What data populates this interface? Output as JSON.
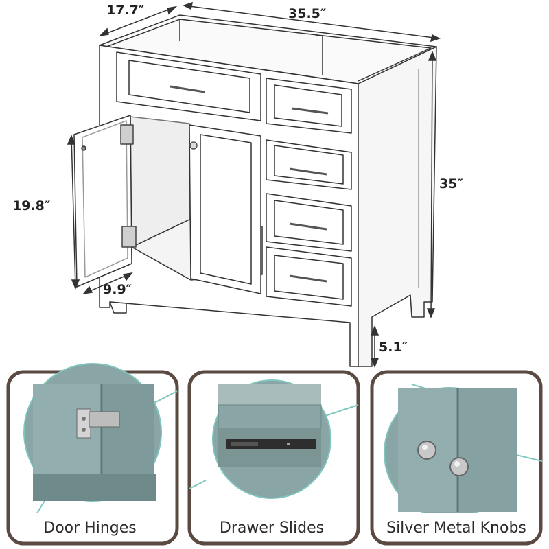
{
  "dimensions": {
    "depth": "17.7″",
    "width": "35.5″",
    "height": "35″",
    "door_height": "19.8″",
    "door_width": "9.9″",
    "leg_height": "5.1″"
  },
  "features": [
    {
      "label": "Door Hinges"
    },
    {
      "label": "Drawer Slides"
    },
    {
      "label": "Silver Metal Knobs"
    }
  ],
  "colors": {
    "cabinet_green": "#8aa5a5",
    "accent_teal": "#7fc6bd",
    "frame_brown": "#5a4a42",
    "hardware_silver": "#c8c8c8"
  }
}
